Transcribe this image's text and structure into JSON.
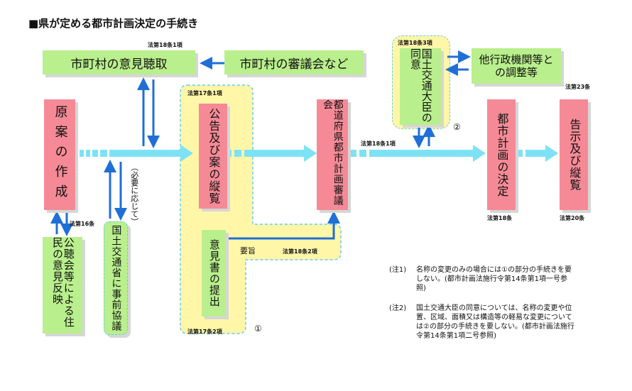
{
  "title": "■県が定める都市計画決定の手続き",
  "boxes": {
    "hearing": "市町村の意見聴取",
    "council": "市町村の審議会など",
    "draft": "原案の作成",
    "public_hearing": "公聴会等による住民の意見反映",
    "mlit_prior": "国土交通省に事前協議",
    "announce": "公告及び案の縦覧",
    "opinion": "意見書の提出",
    "pref_council": "都道府県都市計画審議会",
    "minister": "国土交通大臣の同意",
    "other_agency": "他行政機関等との調整等",
    "decision": "都市計画の決定",
    "notice": "告示及び縦覧"
  },
  "labels": {
    "art18_1": "法第18条1項",
    "art17_1": "法第17条1項",
    "art18_3": "法第18条3項",
    "art23": "法第23条",
    "art18_1b": "法第18条1項",
    "art16": "法第16条",
    "art18_2": "法第18条2項",
    "art17_2": "法第17条2項",
    "art18": "法第18条",
    "art20": "法第20条",
    "as_needed": "（必要に応じて）",
    "summary": "要旨",
    "circle1": "①",
    "circle2": "②"
  },
  "notes": [
    {
      "head": "(注1)",
      "text": "名称の変更のみの場合には①の部分の手続きを要しない。(都市計画法施行令第14条第1項一号参照)"
    },
    {
      "head": "(注2)",
      "text": "国土交通大臣の同意については、名称の変更や位置、区域、面積又は構造等の軽易な変更については②の部分の手続きを要しない。(都市計画法施行令第14条第1項二号参照)"
    }
  ],
  "colors": {
    "flow_arrow": "#7ee2f5",
    "link_arrow": "#1f6fd6",
    "green_box": "#b9ef8c",
    "pink_box": "#f58a96",
    "yellow_zone": "#fff6a8"
  }
}
